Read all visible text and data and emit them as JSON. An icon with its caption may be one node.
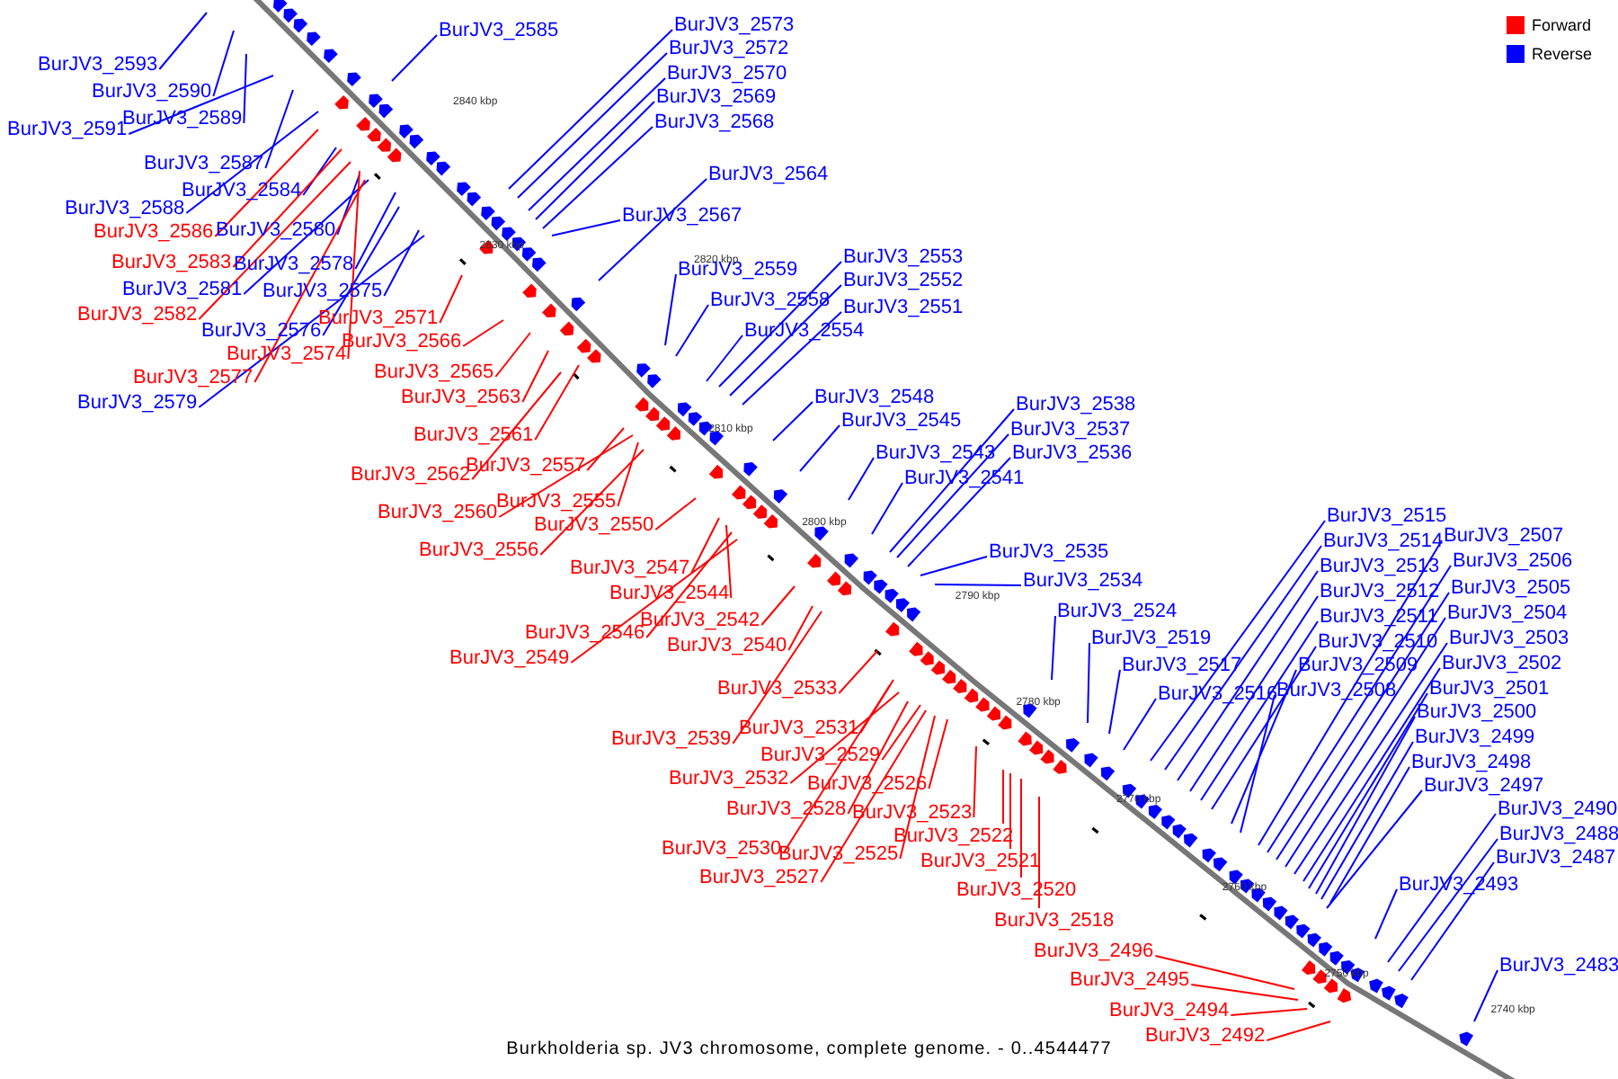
{
  "diagram": {
    "caption": "Burkholderia sp. JV3 chromosome, complete genome. - 0..4544477",
    "nodes": [
      {
        "text": [
          "BurJV3_2593"
        ]
      },
      {
        "text": [
          "BurJV3_2590"
        ]
      },
      {
        "text": [
          "BurJV3_2591"
        ]
      },
      {
        "text": [
          "BurJV3_2589"
        ]
      },
      {
        "text": [
          "BurJV3_2587"
        ]
      },
      {
        "text": [
          "BurJV3_2584"
        ]
      },
      {
        "text": [
          "BurJV3_2588"
        ]
      },
      {
        "text": [
          "BurJV3_2580"
        ]
      },
      {
        "text": [
          "BurJV3_2578"
        ]
      },
      {
        "text": [
          "BurJV3_2581"
        ]
      },
      {
        "text": [
          "BurJV3_2575"
        ]
      },
      {
        "text": [
          "BurJV3_2576"
        ]
      },
      {
        "text": [
          "BurJV3_2579"
        ]
      },
      {
        "text": [
          "BurJV3_2585"
        ]
      },
      {
        "text": [
          "BurJV3_2573"
        ]
      },
      {
        "text": [
          "BurJV3_2572"
        ]
      },
      {
        "text": [
          "BurJV3_2570"
        ]
      },
      {
        "text": [
          "BurJV3_2569"
        ]
      },
      {
        "text": [
          "BurJV3_2568"
        ]
      },
      {
        "text": [
          "BurJV3_2564"
        ]
      },
      {
        "text": [
          "BurJV3_2567"
        ]
      },
      {
        "text": [
          "BurJV3_2559"
        ]
      },
      {
        "text": [
          "BurJV3_2558"
        ]
      },
      {
        "text": [
          "BurJV3_2553"
        ]
      },
      {
        "text": [
          "BurJV3_2552"
        ]
      },
      {
        "text": [
          "BurJV3_2551"
        ]
      },
      {
        "text": [
          "BurJV3_2554"
        ]
      },
      {
        "text": [
          "BurJV3_2548"
        ]
      },
      {
        "text": [
          "BurJV3_2545"
        ]
      },
      {
        "text": [
          "BurJV3_2543"
        ]
      },
      {
        "text": [
          "BurJV3_2541"
        ]
      },
      {
        "text": [
          "BurJV3_2538"
        ]
      },
      {
        "text": [
          "BurJV3_2537"
        ]
      },
      {
        "text": [
          "BurJV3_2536"
        ]
      },
      {
        "text": [
          "BurJV3_2535"
        ]
      },
      {
        "text": [
          "BurJV3_2534"
        ]
      },
      {
        "text": [
          "BurJV3_2524"
        ]
      },
      {
        "text": [
          "BurJV3_2519"
        ]
      },
      {
        "text": [
          "BurJV3_2517"
        ]
      },
      {
        "text": [
          "BurJV3_2516"
        ]
      },
      {
        "text": [
          "BurJV3_2515"
        ]
      },
      {
        "text": [
          "BurJV3_2514"
        ]
      },
      {
        "text": [
          "BurJV3_2513"
        ]
      },
      {
        "text": [
          "BurJV3_2512"
        ]
      },
      {
        "text": [
          "BurJV3_2511"
        ]
      },
      {
        "text": [
          "BurJV3_2510"
        ]
      },
      {
        "text": [
          "BurJV3_2509"
        ]
      },
      {
        "text": [
          "BurJV3_2508"
        ]
      },
      {
        "text": [
          "BurJV3_2507"
        ]
      },
      {
        "text": [
          "BurJV3_2506"
        ]
      },
      {
        "text": [
          "BurJV3_2505"
        ]
      },
      {
        "text": [
          "BurJV3_2504"
        ]
      },
      {
        "text": [
          "BurJV3_2503"
        ]
      },
      {
        "text": [
          "BurJV3_2502"
        ]
      },
      {
        "text": [
          "BurJV3_2501"
        ]
      },
      {
        "text": [
          "BurJV3_2500"
        ]
      },
      {
        "text": [
          "BurJV3_2499"
        ]
      },
      {
        "text": [
          "BurJV3_2498"
        ]
      },
      {
        "text": [
          "BurJV3_2497"
        ]
      },
      {
        "text": [
          "BurJV3_2490"
        ]
      },
      {
        "text": [
          "BurJV3_2488"
        ]
      },
      {
        "text": [
          "BurJV3_2487"
        ]
      },
      {
        "text": [
          "BurJV3_2493"
        ]
      },
      {
        "text": [
          "BurJV3_2483"
        ]
      },
      {
        "text": [
          "BurJV3_2586"
        ]
      },
      {
        "text": [
          "BurJV3_2583"
        ]
      },
      {
        "text": [
          "BurJV3_2582"
        ]
      },
      {
        "text": [
          "BurJV3_2571"
        ]
      },
      {
        "text": [
          "BurJV3_2574"
        ]
      },
      {
        "text": [
          "BurJV3_2566"
        ]
      },
      {
        "text": [
          "BurJV3_2577"
        ]
      },
      {
        "text": [
          "BurJV3_2565"
        ]
      },
      {
        "text": [
          "BurJV3_2563"
        ]
      },
      {
        "text": [
          "BurJV3_2561"
        ]
      },
      {
        "text": [
          "BurJV3_2562"
        ]
      },
      {
        "text": [
          "BurJV3_2557"
        ]
      },
      {
        "text": [
          "BurJV3_2560"
        ]
      },
      {
        "text": [
          "BurJV3_2555"
        ]
      },
      {
        "text": [
          "BurJV3_2556"
        ]
      },
      {
        "text": [
          "BurJV3_2550"
        ]
      },
      {
        "text": [
          "BurJV3_2547"
        ]
      },
      {
        "text": [
          "BurJV3_2544"
        ]
      },
      {
        "text": [
          "BurJV3_2546"
        ]
      },
      {
        "text": [
          "BurJV3_2549"
        ]
      },
      {
        "text": [
          "BurJV3_2542"
        ]
      },
      {
        "text": [
          "BurJV3_2540"
        ]
      },
      {
        "text": [
          "BurJV3_2533"
        ]
      },
      {
        "text": [
          "BurJV3_2539"
        ]
      },
      {
        "text": [
          "BurJV3_2531"
        ]
      },
      {
        "text": [
          "BurJV3_2529"
        ]
      },
      {
        "text": [
          "BurJV3_2532"
        ]
      },
      {
        "text": [
          "BurJV3_2526"
        ]
      },
      {
        "text": [
          "BurJV3_2528"
        ]
      },
      {
        "text": [
          "BurJV3_2523"
        ]
      },
      {
        "text": [
          "BurJV3_2522"
        ]
      },
      {
        "text": [
          "BurJV3_2530"
        ]
      },
      {
        "text": [
          "BurJV3_2525"
        ]
      },
      {
        "text": [
          "BurJV3_2527"
        ]
      },
      {
        "text": [
          "BurJV3_2521"
        ]
      },
      {
        "text": [
          "BurJV3_2520"
        ]
      },
      {
        "text": [
          "BurJV3_2518"
        ]
      },
      {
        "text": [
          "BurJV3_2496"
        ]
      },
      {
        "text": [
          "BurJV3_2495"
        ]
      },
      {
        "text": [
          "BurJV3_2494"
        ]
      },
      {
        "text": [
          "BurJV3_2492"
        ]
      }
    ],
    "edges": [
      {
        "from": 0,
        "to": null,
        "arrow": "none"
      },
      {
        "from": 1,
        "to": null,
        "arrow": "none"
      },
      {
        "from": 2,
        "to": null,
        "arrow": "none"
      },
      {
        "from": 3,
        "to": null,
        "arrow": "none"
      },
      {
        "from": 4,
        "to": null,
        "arrow": "none"
      },
      {
        "from": 5,
        "to": null,
        "arrow": "none"
      },
      {
        "from": 6,
        "to": null,
        "arrow": "none"
      },
      {
        "from": 7,
        "to": null,
        "arrow": "none"
      },
      {
        "from": 8,
        "to": null,
        "arrow": "none"
      },
      {
        "from": 9,
        "to": null,
        "arrow": "none"
      },
      {
        "from": 10,
        "to": null,
        "arrow": "none"
      },
      {
        "from": 11,
        "to": null,
        "arrow": "none"
      },
      {
        "from": 12,
        "to": null,
        "arrow": "none"
      },
      {
        "from": 13,
        "to": null,
        "arrow": "none"
      },
      {
        "from": 14,
        "to": null,
        "arrow": "none"
      },
      {
        "from": 15,
        "to": null,
        "arrow": "none"
      },
      {
        "from": 16,
        "to": null,
        "arrow": "none"
      },
      {
        "from": 17,
        "to": null,
        "arrow": "none"
      },
      {
        "from": 18,
        "to": null,
        "arrow": "none"
      },
      {
        "from": 19,
        "to": null,
        "arrow": "none"
      },
      {
        "from": 20,
        "to": null,
        "arrow": "none"
      },
      {
        "from": 21,
        "to": null,
        "arrow": "none"
      },
      {
        "from": 22,
        "to": null,
        "arrow": "none"
      },
      {
        "from": 23,
        "to": null,
        "arrow": "none"
      },
      {
        "from": 24,
        "to": null,
        "arrow": "none"
      },
      {
        "from": 25,
        "to": null,
        "arrow": "none"
      },
      {
        "from": 26,
        "to": null,
        "arrow": "none"
      },
      {
        "from": 27,
        "to": null,
        "arrow": "none"
      },
      {
        "from": 28,
        "to": null,
        "arrow": "none"
      },
      {
        "from": 29,
        "to": null,
        "arrow": "none"
      },
      {
        "from": 30,
        "to": null,
        "arrow": "none"
      },
      {
        "from": 31,
        "to": null,
        "arrow": "none"
      },
      {
        "from": 32,
        "to": null,
        "arrow": "none"
      },
      {
        "from": 33,
        "to": null,
        "arrow": "none"
      },
      {
        "from": 34,
        "to": null,
        "arrow": "none"
      },
      {
        "from": 35,
        "to": null,
        "arrow": "none"
      },
      {
        "from": 36,
        "to": null,
        "arrow": "none"
      },
      {
        "from": 37,
        "to": null,
        "arrow": "none"
      },
      {
        "from": 38,
        "to": null,
        "arrow": "none"
      },
      {
        "from": 39,
        "to": null,
        "arrow": "none"
      },
      {
        "from": 40,
        "to": null,
        "arrow": "none"
      },
      {
        "from": 41,
        "to": null,
        "arrow": "none"
      },
      {
        "from": 42,
        "to": null,
        "arrow": "none"
      },
      {
        "from": 43,
        "to": null,
        "arrow": "none"
      },
      {
        "from": 44,
        "to": null,
        "arrow": "none"
      },
      {
        "from": 45,
        "to": null,
        "arrow": "none"
      },
      {
        "from": 46,
        "to": null,
        "arrow": "none"
      },
      {
        "from": 47,
        "to": null,
        "arrow": "none"
      },
      {
        "from": 48,
        "to": null,
        "arrow": "none"
      },
      {
        "from": 49,
        "to": null,
        "arrow": "none"
      },
      {
        "from": 50,
        "to": null,
        "arrow": "none"
      },
      {
        "from": 51,
        "to": null,
        "arrow": "none"
      },
      {
        "from": 52,
        "to": null,
        "arrow": "none"
      },
      {
        "from": 53,
        "to": null,
        "arrow": "none"
      },
      {
        "from": 54,
        "to": null,
        "arrow": "none"
      },
      {
        "from": 55,
        "to": null,
        "arrow": "none"
      },
      {
        "from": 56,
        "to": null,
        "arrow": "none"
      },
      {
        "from": 57,
        "to": null,
        "arrow": "none"
      },
      {
        "from": 58,
        "to": null,
        "arrow": "none"
      },
      {
        "from": 59,
        "to": null,
        "arrow": "none"
      },
      {
        "from": 60,
        "to": null,
        "arrow": "none"
      },
      {
        "from": 61,
        "to": null,
        "arrow": "none"
      },
      {
        "from": 62,
        "to": null,
        "arrow": "none"
      },
      {
        "from": 63,
        "to": null,
        "arrow": "none"
      },
      {
        "from": 64,
        "to": null,
        "arrow": "none",
        "color": "#ff0000"
      },
      {
        "from": 65,
        "to": null,
        "arrow": "none",
        "color": "#ff0000"
      },
      {
        "from": 66,
        "to": null,
        "arrow": "none",
        "color": "#ff0000"
      },
      {
        "from": 67,
        "to": null,
        "arrow": "none",
        "color": "#ff0000"
      },
      {
        "from": 68,
        "to": null,
        "arrow": "none",
        "color": "#ff0000"
      },
      {
        "from": 69,
        "to": null,
        "arrow": "none",
        "color": "#ff0000"
      },
      {
        "from": 70,
        "to": null,
        "arrow": "none",
        "color": "#ff0000"
      },
      {
        "from": 71,
        "to": null,
        "arrow": "none",
        "color": "#ff0000"
      },
      {
        "from": 72,
        "to": null,
        "arrow": "none",
        "color": "#ff0000"
      },
      {
        "from": 73,
        "to": null,
        "arrow": "none",
        "color": "#ff0000"
      },
      {
        "from": 74,
        "to": null,
        "arrow": "none",
        "color": "#ff0000"
      },
      {
        "from": 75,
        "to": null,
        "arrow": "none",
        "color": "#ff0000"
      },
      {
        "from": 76,
        "to": null,
        "arrow": "none",
        "color": "#ff0000"
      },
      {
        "from": 77,
        "to": null,
        "arrow": "none",
        "color": "#ff0000"
      },
      {
        "from": 78,
        "to": null,
        "arrow": "none",
        "color": "#ff0000"
      },
      {
        "from": 79,
        "to": null,
        "arrow": "none",
        "color": "#ff0000"
      },
      {
        "from": 80,
        "to": null,
        "arrow": "none",
        "color": "#ff0000"
      },
      {
        "from": 81,
        "to": null,
        "arrow": "none",
        "color": "#ff0000"
      },
      {
        "from": 82,
        "to": null,
        "arrow": "none",
        "color": "#ff0000"
      },
      {
        "from": 83,
        "to": null,
        "arrow": "none",
        "color": "#ff0000"
      },
      {
        "from": 84,
        "to": null,
        "arrow": "none",
        "color": "#ff0000"
      },
      {
        "from": 85,
        "to": null,
        "arrow": "none",
        "color": "#ff0000"
      },
      {
        "from": 86,
        "to": null,
        "arrow": "none",
        "color": "#ff0000"
      },
      {
        "from": 87,
        "to": null,
        "arrow": "none",
        "color": "#ff0000"
      },
      {
        "from": 88,
        "to": null,
        "arrow": "none",
        "color": "#ff0000"
      },
      {
        "from": 89,
        "to": null,
        "arrow": "none",
        "color": "#ff0000"
      },
      {
        "from": 90,
        "to": null,
        "arrow": "none",
        "color": "#ff0000"
      },
      {
        "from": 91,
        "to": null,
        "arrow": "none",
        "color": "#ff0000"
      },
      {
        "from": 92,
        "to": null,
        "arrow": "none",
        "color": "#ff0000"
      },
      {
        "from": 93,
        "to": null,
        "arrow": "none",
        "color": "#ff0000"
      },
      {
        "from": 94,
        "to": null,
        "arrow": "none",
        "color": "#ff0000"
      },
      {
        "from": 95,
        "to": null,
        "arrow": "none",
        "color": "#ff0000"
      },
      {
        "from": 96,
        "to": null,
        "arrow": "none",
        "color": "#ff0000"
      },
      {
        "from": 97,
        "to": null,
        "arrow": "none",
        "color": "#ff0000"
      },
      {
        "from": 98,
        "to": null,
        "arrow": "none",
        "color": "#ff0000"
      },
      {
        "from": 99,
        "to": null,
        "arrow": "none",
        "color": "#ff0000"
      },
      {
        "from": 100,
        "to": null,
        "arrow": "none",
        "color": "#ff0000"
      },
      {
        "from": 101,
        "to": null,
        "arrow": "none",
        "color": "#ff0000"
      },
      {
        "from": 102,
        "to": null,
        "arrow": "none",
        "color": "#ff0000"
      },
      {
        "from": 103,
        "to": null,
        "arrow": "none",
        "color": "#ff0000"
      },
      {
        "from": 104,
        "to": null,
        "arrow": "none",
        "color": "#ff0000"
      }
    ],
    "labels": [
      "2840 kbp",
      "2830 kbp",
      "2820 kbp",
      "2810 kbp",
      "2800 kbp",
      "2790 kbp",
      "2780 kbp",
      "2770 kbp",
      "2760 kbp",
      "2750 kbp",
      "2740 kbp"
    ],
    "legend": [
      {
        "text": "Forward",
        "color": "#ff0000"
      },
      {
        "text": "Reverse",
        "color": "#0000ff"
      }
    ]
  }
}
